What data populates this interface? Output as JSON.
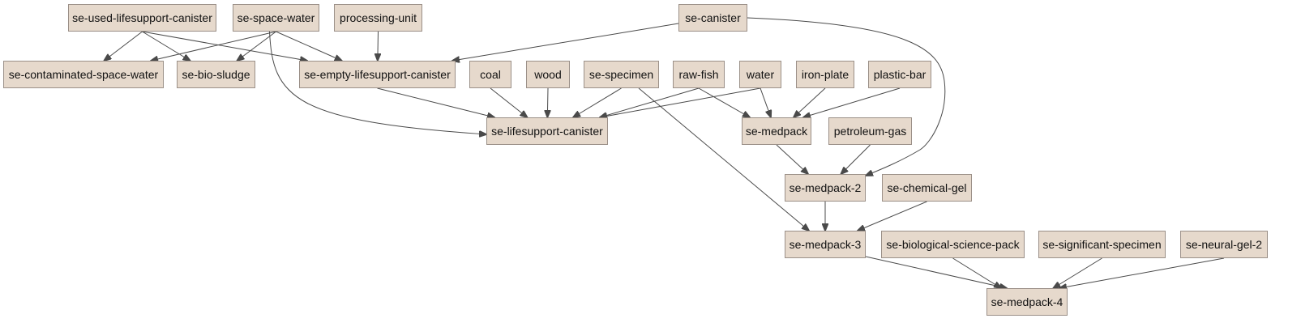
{
  "graph": {
    "node_fill": "#e6d9cc",
    "node_border": "#9b9088",
    "edge_color": "#4a4a4a",
    "nodes": [
      {
        "id": "n_used_canister",
        "label": "se-used-lifesupport-canister"
      },
      {
        "id": "n_space_water",
        "label": "se-space-water"
      },
      {
        "id": "n_processing_unit",
        "label": "processing-unit"
      },
      {
        "id": "n_canister",
        "label": "se-canister"
      },
      {
        "id": "n_contaminated_water",
        "label": "se-contaminated-space-water"
      },
      {
        "id": "n_bio_sludge",
        "label": "se-bio-sludge"
      },
      {
        "id": "n_empty_canister",
        "label": "se-empty-lifesupport-canister"
      },
      {
        "id": "n_coal",
        "label": "coal"
      },
      {
        "id": "n_wood",
        "label": "wood"
      },
      {
        "id": "n_specimen",
        "label": "se-specimen"
      },
      {
        "id": "n_raw_fish",
        "label": "raw-fish"
      },
      {
        "id": "n_water",
        "label": "water"
      },
      {
        "id": "n_iron_plate",
        "label": "iron-plate"
      },
      {
        "id": "n_plastic_bar",
        "label": "plastic-bar"
      },
      {
        "id": "n_lifesupport_canister",
        "label": "se-lifesupport-canister"
      },
      {
        "id": "n_medpack",
        "label": "se-medpack"
      },
      {
        "id": "n_petroleum_gas",
        "label": "petroleum-gas"
      },
      {
        "id": "n_medpack2",
        "label": "se-medpack-2"
      },
      {
        "id": "n_chemical_gel",
        "label": "se-chemical-gel"
      },
      {
        "id": "n_medpack3",
        "label": "se-medpack-3"
      },
      {
        "id": "n_bio_science_pack",
        "label": "se-biological-science-pack"
      },
      {
        "id": "n_significant_specimen",
        "label": "se-significant-specimen"
      },
      {
        "id": "n_neural_gel2",
        "label": "se-neural-gel-2"
      },
      {
        "id": "n_medpack4",
        "label": "se-medpack-4"
      }
    ],
    "edges": [
      {
        "from": "n_used_canister",
        "to": "n_contaminated_water"
      },
      {
        "from": "n_used_canister",
        "to": "n_bio_sludge"
      },
      {
        "from": "n_used_canister",
        "to": "n_empty_canister"
      },
      {
        "from": "n_space_water",
        "to": "n_contaminated_water"
      },
      {
        "from": "n_space_water",
        "to": "n_bio_sludge"
      },
      {
        "from": "n_space_water",
        "to": "n_empty_canister"
      },
      {
        "from": "n_space_water",
        "to": "n_lifesupport_canister"
      },
      {
        "from": "n_processing_unit",
        "to": "n_empty_canister"
      },
      {
        "from": "n_canister",
        "to": "n_empty_canister"
      },
      {
        "from": "n_canister",
        "to": "n_medpack2"
      },
      {
        "from": "n_empty_canister",
        "to": "n_lifesupport_canister"
      },
      {
        "from": "n_coal",
        "to": "n_lifesupport_canister"
      },
      {
        "from": "n_wood",
        "to": "n_lifesupport_canister"
      },
      {
        "from": "n_specimen",
        "to": "n_lifesupport_canister"
      },
      {
        "from": "n_specimen",
        "to": "n_medpack3"
      },
      {
        "from": "n_raw_fish",
        "to": "n_lifesupport_canister"
      },
      {
        "from": "n_raw_fish",
        "to": "n_medpack"
      },
      {
        "from": "n_water",
        "to": "n_lifesupport_canister"
      },
      {
        "from": "n_water",
        "to": "n_medpack"
      },
      {
        "from": "n_iron_plate",
        "to": "n_medpack"
      },
      {
        "from": "n_plastic_bar",
        "to": "n_medpack"
      },
      {
        "from": "n_medpack",
        "to": "n_medpack2"
      },
      {
        "from": "n_petroleum_gas",
        "to": "n_medpack2"
      },
      {
        "from": "n_medpack2",
        "to": "n_medpack3"
      },
      {
        "from": "n_chemical_gel",
        "to": "n_medpack3"
      },
      {
        "from": "n_medpack3",
        "to": "n_medpack4"
      },
      {
        "from": "n_bio_science_pack",
        "to": "n_medpack4"
      },
      {
        "from": "n_significant_specimen",
        "to": "n_medpack4"
      },
      {
        "from": "n_neural_gel2",
        "to": "n_medpack4"
      }
    ]
  }
}
